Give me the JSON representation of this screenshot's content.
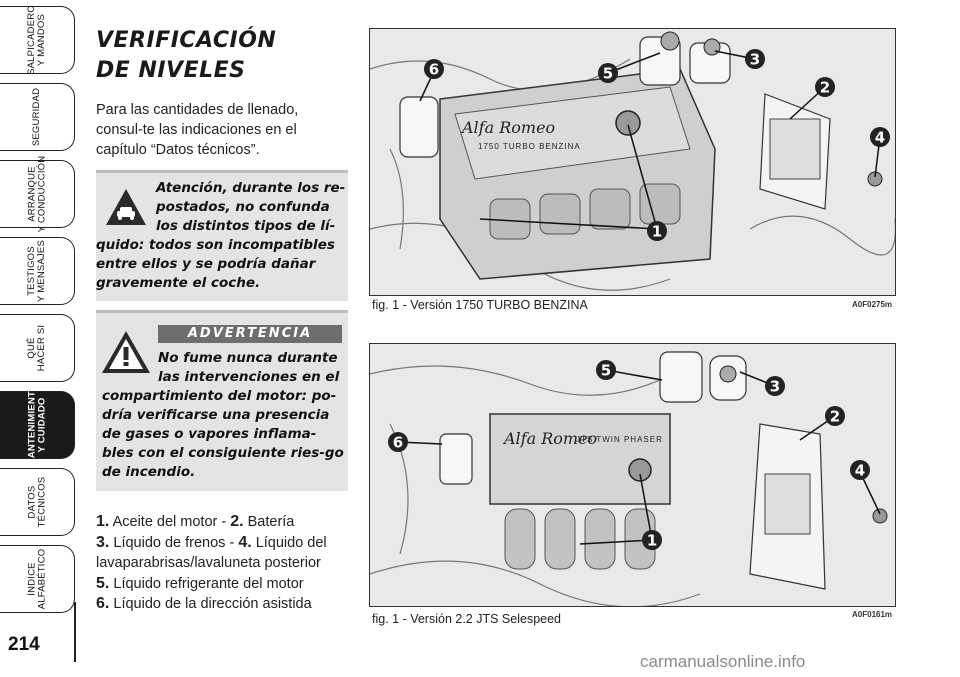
{
  "tabs": [
    {
      "label": "SALPICADERO\nY MANDOS",
      "active": false
    },
    {
      "label": "SEGURIDAD",
      "active": false
    },
    {
      "label": "ARRANQUE\nY CONDUCCIÓN",
      "active": false
    },
    {
      "label": "TESTIGOS\nY MENSAJES",
      "active": false
    },
    {
      "label": "QUÉ\nHACER SI",
      "active": false
    },
    {
      "label": "MANTENIMIENTO\nY CUIDADO",
      "active": true
    },
    {
      "label": "DATOS\nTÉCNICOS",
      "active": false
    },
    {
      "label": "ÍNDICE\nALFABÉTICO",
      "active": false
    }
  ],
  "page_number": "214",
  "title_line1": "VERIFICACIÓN",
  "title_line2": "DE NIVELES",
  "intro": "Para las cantidades de llenado, consul-te las indicaciones en el capítulo “Datos técnicos”.",
  "attention": "Atención, durante los re-postados, no confunda los distintos tipos de lí-quido: todos son incompatibles entre ellos y se podría dañar gravemente el coche.",
  "advertencia_label": "ADVERTENCIA",
  "advertencia_text": "No fume nunca durante las intervenciones en el compartimiento del motor: po-dría verificarse una presencia de gases o vapores inflama-bles con el consiguiente ries-go de incendio.",
  "legend": [
    {
      "n1": "1.",
      "t1": "Aceite del motor  - ",
      "n2": "2.",
      "t2": "Batería"
    },
    {
      "n1": "3.",
      "t1": "Líquido de frenos - ",
      "n2": "4.",
      "t2": "Líquido del"
    },
    {
      "n1": "",
      "t1": "lavaparabrisas/lavaluneta posterior",
      "n2": "",
      "t2": ""
    },
    {
      "n1": "5.",
      "t1": "Líquido refrigerante del motor",
      "n2": "",
      "t2": ""
    },
    {
      "n1": "6.",
      "t1": "Líquido de la dirección asistida",
      "n2": "",
      "t2": ""
    }
  ],
  "figure1": {
    "caption": "fig. 1 - Versión 1750 TURBO BENZINA",
    "code": "A0F0275m",
    "engine_brand": "Alfa Romeo",
    "engine_label": "1750 TURBO BENZINA",
    "callouts": [
      "1",
      "2",
      "3",
      "4",
      "5",
      "6"
    ]
  },
  "figure2": {
    "caption": "fig. 1 - Versión 2.2 JTS Selespeed",
    "code": "A0F0161m",
    "engine_brand": "Alfa Romeo",
    "engine_label": "JTS TWIN PHASER",
    "callouts": [
      "1",
      "2",
      "3",
      "4",
      "5",
      "6"
    ]
  },
  "watermark": "carmanualsonline.info",
  "colors": {
    "badge": "#222222",
    "box": "#e4e4e4",
    "advertencia_bar": "#6e6e6e"
  }
}
